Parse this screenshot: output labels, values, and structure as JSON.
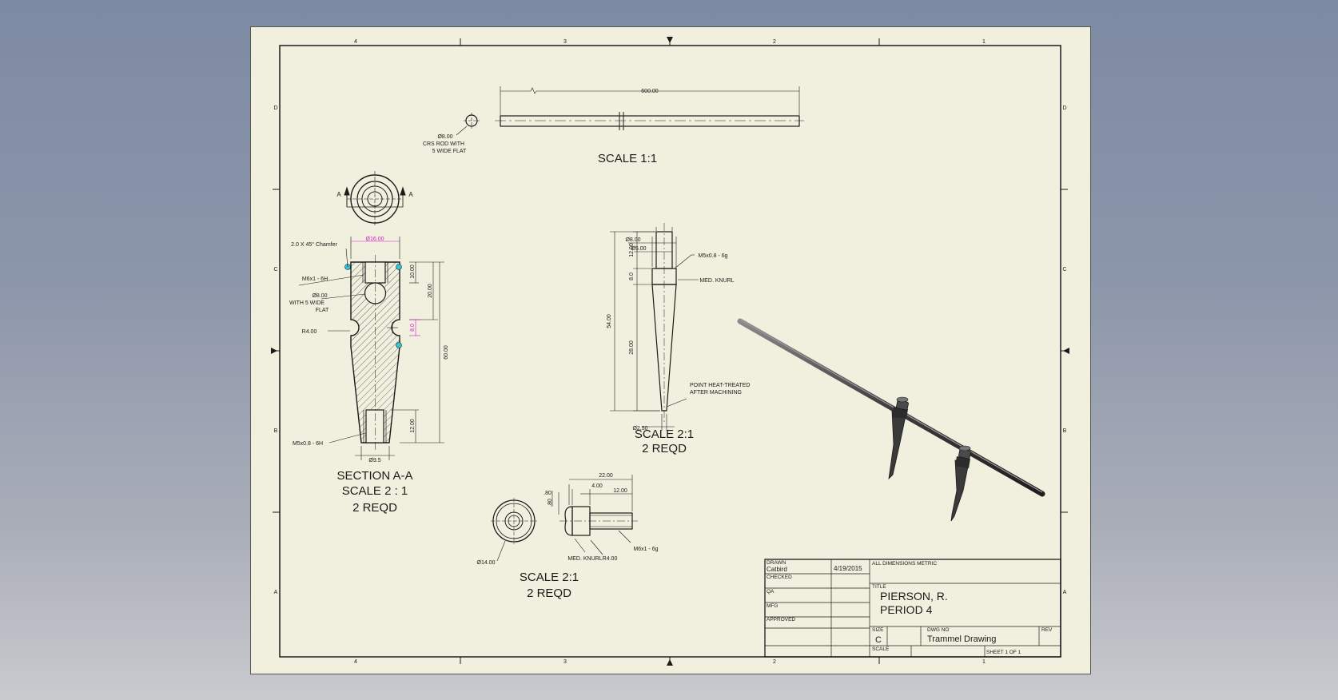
{
  "border": {
    "columns": [
      "4",
      "3",
      "2",
      "1"
    ],
    "rows": [
      "D",
      "C",
      "B",
      "A"
    ]
  },
  "rod_view": {
    "length_dim": "600.00",
    "diameter_dim": "Ø8.00",
    "note_line1": "CRS ROD WITH",
    "note_line2": "5 WIDE FLAT",
    "scale_label": "SCALE 1:1"
  },
  "section_view": {
    "cut_label": "A",
    "chamfer_note": "2.0 X 45° Chamfer",
    "top_dia_dim": "Ø16.00",
    "thread_top": "M6x1 - 6H",
    "hole_dim_line1": "Ø8.00",
    "hole_dim_line2": "WITH 5 WIDE",
    "hole_dim_line3": "FLAT",
    "radius_dim": "R4.00",
    "dim_10": "10.00",
    "dim_20": "20.00",
    "dim_8": "8.0",
    "dim_60": "60.00",
    "dim_12": "12.00",
    "thread_bottom": "M5x0.8 - 6H",
    "bottom_dia_dim": "Ø9.5",
    "title_line1": "SECTION A-A",
    "title_line2": "SCALE 2 : 1",
    "title_line3": "2 REQD"
  },
  "point_view": {
    "dia_8": "Ø8.00",
    "dia_5": "Ø5.00",
    "thread": "M5x0.8 - 6g",
    "dim_12": "12.00",
    "dim_8": "8.0",
    "knurl": "MED. KNURL",
    "dim_54": "54.00",
    "dim_28": "28.00",
    "note_line1": "POINT HEAT-TREATED",
    "note_line2": "AFTER MACHINING",
    "tip_dia": "Ø2.50",
    "title_line1": "SCALE 2:1",
    "title_line2": "2 REQD"
  },
  "screw_view": {
    "dim_80a": ".80",
    "dim_80b": ".80",
    "dim_22": "22.00",
    "dim_4": "4.00",
    "dim_12": "12.00",
    "head_dia": "Ø14.00",
    "knurl": "MED. KNURL",
    "radius": "R4.00",
    "thread": "M6x1 - 6g",
    "title_line1": "SCALE 2:1",
    "title_line2": "2 REQD"
  },
  "title_block": {
    "drawn_label": "DRAWN",
    "drawn_by": "Catbird",
    "drawn_date": "4/19/2015",
    "checked_label": "CHECKED",
    "qa_label": "QA",
    "mfg_label": "MFG",
    "approved_label": "APPROVED",
    "note": "ALL DIMENSIONS METRIC",
    "title_label": "TITLE",
    "title_line1": "PIERSON, R.",
    "title_line2": "PERIOD 4",
    "size_label": "SIZE",
    "size_value": "C",
    "dwg_label": "DWG NO",
    "dwg_value": "Trammel Drawing",
    "rev_label": "REV",
    "scale_label": "SCALE",
    "sheet_value": "SHEET 1  OF 1"
  },
  "colors": {
    "paper": "#f1f0de",
    "line": "#1b1b1b",
    "highlight_dim": "#cc1cc4",
    "grip_point": "#35c3d8"
  }
}
